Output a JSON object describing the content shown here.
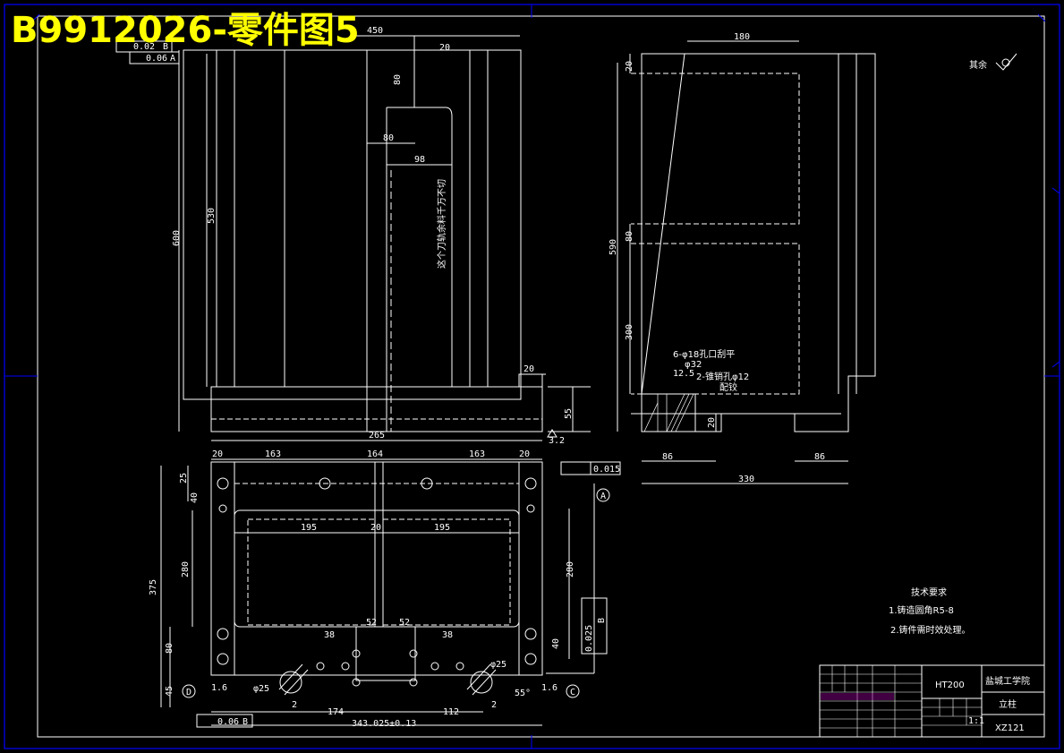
{
  "title": "B9912026-零件图5",
  "other_surfaces": "其余",
  "front_view": {
    "dims": {
      "height_600": "600",
      "height_530": "530",
      "top_80": "80",
      "width_80": "80",
      "width_98": "98",
      "width_450": "450",
      "width_20": "20",
      "right_20": "20",
      "base_55": "55",
      "base_265": "265",
      "tol_parallel": "0.02",
      "tol_perp": "0.06",
      "datum_a": "A",
      "datum_b": "B",
      "roughness": "3.2"
    },
    "note": "这个刀轨余料千万不切"
  },
  "side_view": {
    "dims": {
      "top_180": "180",
      "h_20a": "20",
      "h_590": "590",
      "h_80": "80",
      "h_300": "300",
      "bottom_20": "20",
      "w_86_left": "86",
      "w_86_right": "86",
      "w_330": "330"
    },
    "hole_note_1": "6-φ18孔口刮平",
    "hole_note_2": "φ32",
    "hole_note_3": "2-锥销孔φ12",
    "hole_note_4": "配铰",
    "roughness": "12.5"
  },
  "plan_view": {
    "dims": {
      "w_20a": "20",
      "w_163a": "163",
      "w_164": "164",
      "w_163b": "163",
      "w_20b": "20",
      "w_195a": "195",
      "w_20c": "20",
      "w_195b": "195",
      "h_25": "25",
      "h_40": "40",
      "h_280l": "280",
      "h_375": "375",
      "h_80": "80",
      "h_45": "45",
      "h_280r": "280",
      "h_40r": "40",
      "w_38a": "38",
      "w_38b": "38",
      "w_52a": "52",
      "w_52b": "52",
      "w_174": "174",
      "w_112": "112",
      "w_343": "343.025±0.13",
      "w_2a": "2",
      "w_2b": "2",
      "dia_25a": "φ25",
      "dia_25b": "φ25",
      "angle_55": "55°"
    },
    "flatness": "0.015",
    "datum_a": "A",
    "datum_b": "B",
    "datum_c": "C",
    "datum_d": "D",
    "perp_tol": "0.06",
    "pos_tol": "0.025",
    "roughness": "1.6"
  },
  "tech_req": {
    "title": "技术要求",
    "item1": "1.铸造圆角R5-8",
    "item2": "2.铸件需时效处理。"
  },
  "title_block": {
    "material": "HT200",
    "school": "盐城工学院",
    "part_name": "立柱",
    "drawing_no": "XZ121",
    "scale": "1:1"
  }
}
